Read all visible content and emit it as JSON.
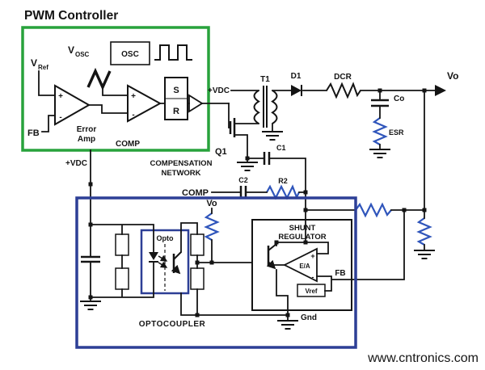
{
  "pwm": {
    "title": "PWM Controller",
    "vref": {
      "main": "V",
      "sub": "Ref"
    },
    "vosc": {
      "main": "V",
      "sub": "OSC"
    },
    "osc": "OSC",
    "latch": {
      "s": "S",
      "r": "R"
    },
    "error_amp": {
      "line1": "Error",
      "line2": "Amp"
    },
    "comp": "COMP",
    "fb": "FB"
  },
  "signs": {
    "plus": "+",
    "minus": "-"
  },
  "power": {
    "vdc": "+VDC",
    "t1": "T1",
    "d1": "D1",
    "dcr": "DCR",
    "vo": "Vo",
    "co": "Co",
    "esr": "ESR",
    "q1": "Q1"
  },
  "comp_net": {
    "vdc": "+VDC",
    "c1": "C1",
    "title1": "COMPENSATION",
    "title2": "NETWORK",
    "c2": "C2",
    "r2": "R2",
    "comp": "COMP"
  },
  "feedback": {
    "vo": "Vo",
    "opto": "Opto",
    "optocoupler": "OPTOCOUPLER",
    "shunt1": "SHUNT",
    "shunt2": "REGULATOR",
    "ea": "E/A",
    "vref": "Vref",
    "fb": "FB",
    "gnd": "Gnd"
  },
  "watermark": "www.cntronics.com",
  "colors": {
    "green": "#28a23c",
    "navy": "#2d3f96",
    "blue": "#2f55bb",
    "teal": "#82d2c2",
    "wire": "#141414"
  }
}
